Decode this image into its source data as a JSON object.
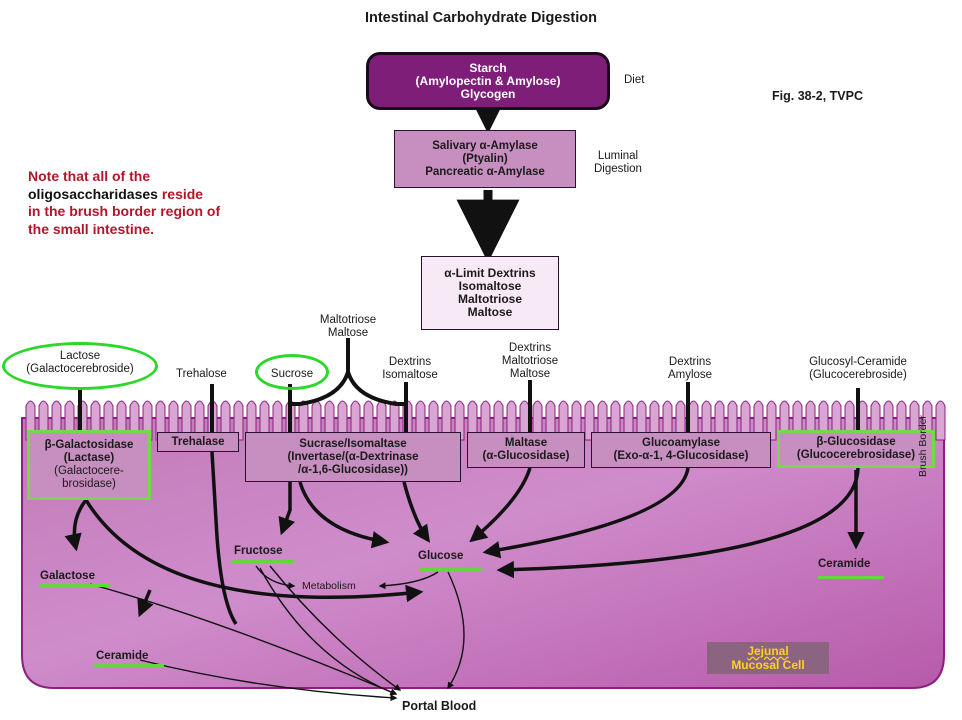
{
  "title": "Intestinal Carbohydrate Digestion",
  "figure_ref": "Fig. 38-2, TVPC",
  "note": {
    "line1": "Note that all of the",
    "line2a": "oligosaccharidases",
    "line2b": " reside",
    "line3": "in the brush border region of",
    "line4": "the small intestine."
  },
  "starch": {
    "l1": "Starch",
    "l2": "(Amylopectin & Amylose)",
    "l3": "Glycogen"
  },
  "diet_label": "Diet",
  "amylase": {
    "l1": "Salivary α-Amylase",
    "l2": "(Ptyalin)",
    "l3": "Pancreatic α-Amylase"
  },
  "luminal": {
    "l1": "Luminal",
    "l2": "Digestion"
  },
  "products": {
    "l1": "α-Limit Dextrins",
    "l2": "Isomaltose",
    "l3": "Maltotriose",
    "l4": "Maltose"
  },
  "substrates": {
    "lactose": {
      "l1": "Lactose",
      "l2": "(Galactocerebroside)"
    },
    "trehalose": "Trehalose",
    "sucrose": "Sucrose",
    "maltotriose_maltose": {
      "l1": "Maltotriose",
      "l2": "Maltose"
    },
    "dextrins_isomaltose": {
      "l1": "Dextrins",
      "l2": "Isomaltose"
    },
    "dextrins_maltotriose_maltose": {
      "l1": "Dextrins",
      "l2": "Maltotriose",
      "l3": "Maltose"
    },
    "dextrins_amylose": {
      "l1": "Dextrins",
      "l2": "Amylose"
    },
    "glucosyl_ceramide": {
      "l1": "Glucosyl-Ceramide",
      "l2": "(Glucocerebroside)"
    }
  },
  "enzymes": {
    "lactase": {
      "l1": "β-Galactosidase",
      "l2": "(Lactase)",
      "l3": "(Galactocere-",
      "l4": "brosidase)"
    },
    "trehalase": "Trehalase",
    "sucrase": {
      "l1": "Sucrase/Isomaltase",
      "l2": "(Invertase/(α-Dextrinase",
      "l3": "/α-1,6-Glucosidase))"
    },
    "maltase": {
      "l1": "Maltase",
      "l2": "(α-Glucosidase)"
    },
    "glucoamylase": {
      "l1": "Glucoamylase",
      "l2": "(Exo-α-1, 4-Glucosidase)"
    },
    "glucosidase": {
      "l1": "β-Glucosidase",
      "l2": "(Glucocerebrosidase)"
    }
  },
  "products_out": {
    "fructose": "Fructose",
    "glucose": "Glucose",
    "galactose": "Galactose",
    "ceramide_left": "Ceramide",
    "ceramide_right": "Ceramide",
    "metabolism": "Metabolism",
    "portal_blood": "Portal Blood"
  },
  "brush_border_label": "Brush Border",
  "jejunal": {
    "l1": "Jejunal",
    "l2": "Mucosal Cell"
  },
  "colors": {
    "cell_fill": "#c26ab8",
    "cell_border": "#8b1f7f",
    "starch_fill": "#7e1e79",
    "enzyme_fill": "#c78ec0",
    "highlight_green": "#2ad82a",
    "note_red": "#b5152a",
    "jejunal_text": "#ffd21e"
  }
}
